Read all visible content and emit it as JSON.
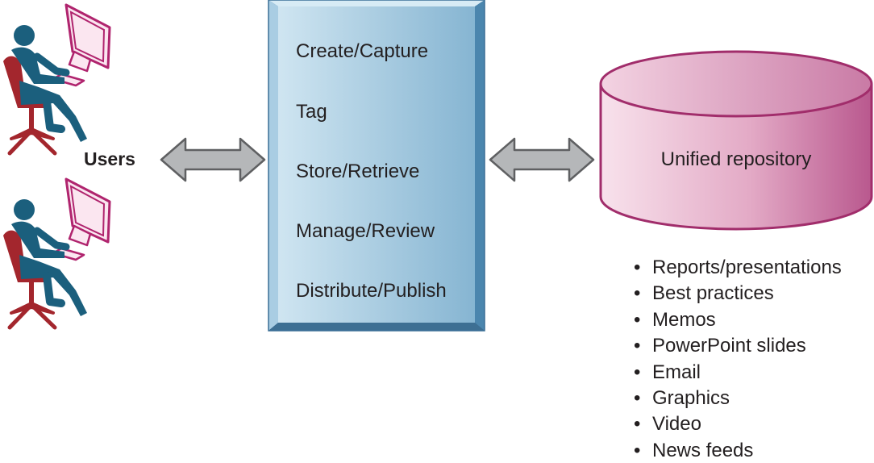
{
  "users": {
    "label": "Users",
    "count": 2
  },
  "process_box": {
    "steps": [
      "Create/Capture",
      "Tag",
      "Store/Retrieve",
      "Manage/Review",
      "Distribute/Publish"
    ]
  },
  "repository": {
    "label": "Unified repository",
    "content_types": [
      "Reports/presentations",
      "Best practices",
      "Memos",
      "PowerPoint slides",
      "Email",
      "Graphics",
      "Video",
      "News feeds"
    ]
  },
  "colors": {
    "user_figure": "#1b5f7d",
    "chair": "#a3262d",
    "monitor_outline": "#b0246e",
    "monitor_fill": "#fbe6f0",
    "process_box_light": "#c8e0ee",
    "process_box_dark": "#84b4d1",
    "process_box_border": "#4d88b0",
    "arrow_fill": "#b5b7b9",
    "arrow_stroke": "#5f6062",
    "repository_light": "#f6dde8",
    "repository_dark": "#b9588e",
    "repository_outline": "#a12d6b"
  },
  "icons": {
    "user": "person-at-computer-icon",
    "connector": "double-headed-arrow-icon",
    "repository": "database-cylinder-icon"
  }
}
